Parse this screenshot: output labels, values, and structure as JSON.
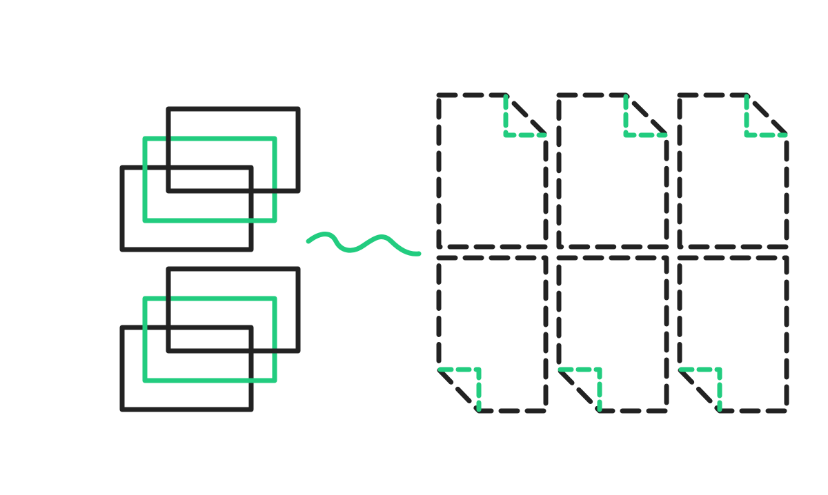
{
  "colors": {
    "background": "#ffffff",
    "dark": "#222222",
    "accent": "#22cc7f"
  },
  "groups": [
    {
      "name": "stack-top",
      "icon": "layered-windows-icon"
    },
    {
      "name": "stack-bottom",
      "icon": "layered-windows-icon"
    }
  ],
  "connector": {
    "icon": "wave-icon"
  },
  "pages": {
    "top_row": {
      "count": 3,
      "icon": "dashed-document-icon",
      "fold": "top-right"
    },
    "bottom_row": {
      "count": 3,
      "icon": "dashed-document-icon",
      "fold": "bottom-left"
    }
  }
}
